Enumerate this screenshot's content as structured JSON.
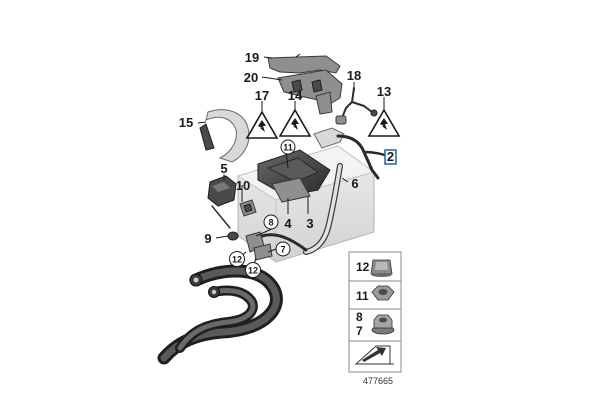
{
  "diagram": {
    "callouts": {
      "c1": "19",
      "c2": "20",
      "c3": "18",
      "c4": "17",
      "c5": "14",
      "c6": "13",
      "c7": "15",
      "c8": "2",
      "c9": "5",
      "c10": "10",
      "c11": "6",
      "c12": "4",
      "c13": "3",
      "c14": "9",
      "c15": "11",
      "c16": "8",
      "c17": "7",
      "c18": "12",
      "c19": "12"
    },
    "legend": [
      {
        "labels": [
          "12"
        ]
      },
      {
        "labels": [
          "11"
        ]
      },
      {
        "labels": [
          "8",
          "7"
        ]
      }
    ],
    "diagram_number": "477665"
  }
}
